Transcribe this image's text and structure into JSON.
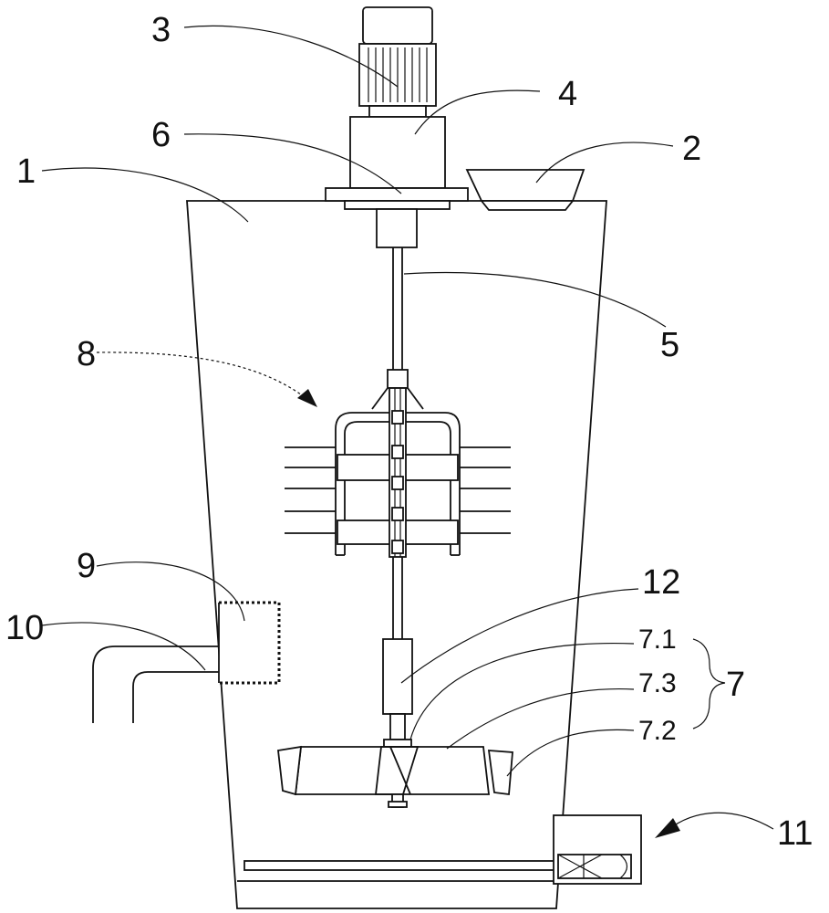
{
  "labels": {
    "l1": "1",
    "l2": "2",
    "l3": "3",
    "l4": "4",
    "l5": "5",
    "l6": "6",
    "l7": "7",
    "l7_1": "7.1",
    "l7_2": "7.2",
    "l7_3": "7.3",
    "l8": "8",
    "l9": "9",
    "l10": "10",
    "l11": "11",
    "l12": "12"
  }
}
